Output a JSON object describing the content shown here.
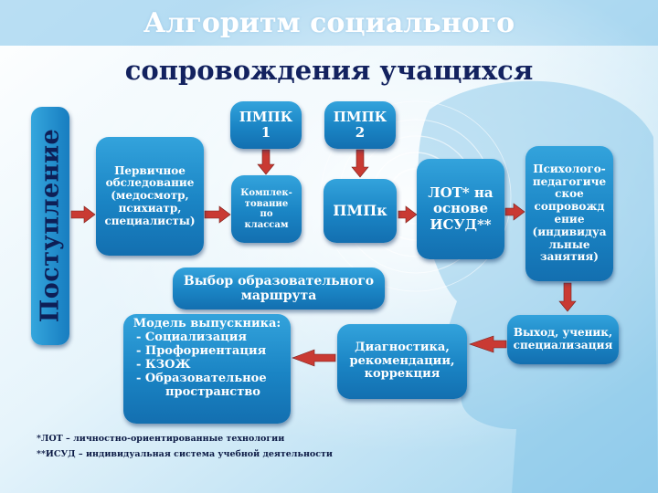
{
  "title": {
    "line1": "Алгоритм социального",
    "line2": "сопровождения учащихся"
  },
  "vertical_label": "Поступление",
  "boxes": {
    "primary_exam": [
      "Первичное",
      "обследование",
      "(медосмотр,",
      "психиатр,",
      "специалисты)"
    ],
    "pmpk1": [
      "ПМПК",
      "1"
    ],
    "pmpk2": [
      "ПМПК",
      "2"
    ],
    "staffing": [
      "Комплек-",
      "тование",
      "по",
      "классам"
    ],
    "pmpk": "ПМПк",
    "lot": [
      "ЛОТ* на",
      "основе",
      "ИСУД**"
    ],
    "psych": [
      "Психолого-",
      "педагогиче",
      "ское",
      "сопровожд",
      "ение",
      "(индивидуа",
      "льные",
      "занятия)"
    ],
    "route": [
      "Выбор образовательного",
      "маршрута"
    ],
    "exit": [
      "Выход, ученик,",
      "специализация"
    ],
    "diagnostics": [
      "Диагностика,",
      "рекомендации,",
      "коррекция"
    ],
    "model_heading": "Модель выпускника:",
    "model_items": [
      "-   Социализация",
      "-   Профориентация",
      "-   КЗОЖ",
      "-   Образовательное",
      "      пространство"
    ]
  },
  "footnotes": [
    "*ЛОТ – личностно-ориентированные технологии",
    "**ИСУД – индивидуальная система учебной деятельности"
  ],
  "colors": {
    "box": "#1a84c4",
    "arrow": "#c93a33",
    "title_dark": "#13225f",
    "background": "#dff0fa"
  }
}
